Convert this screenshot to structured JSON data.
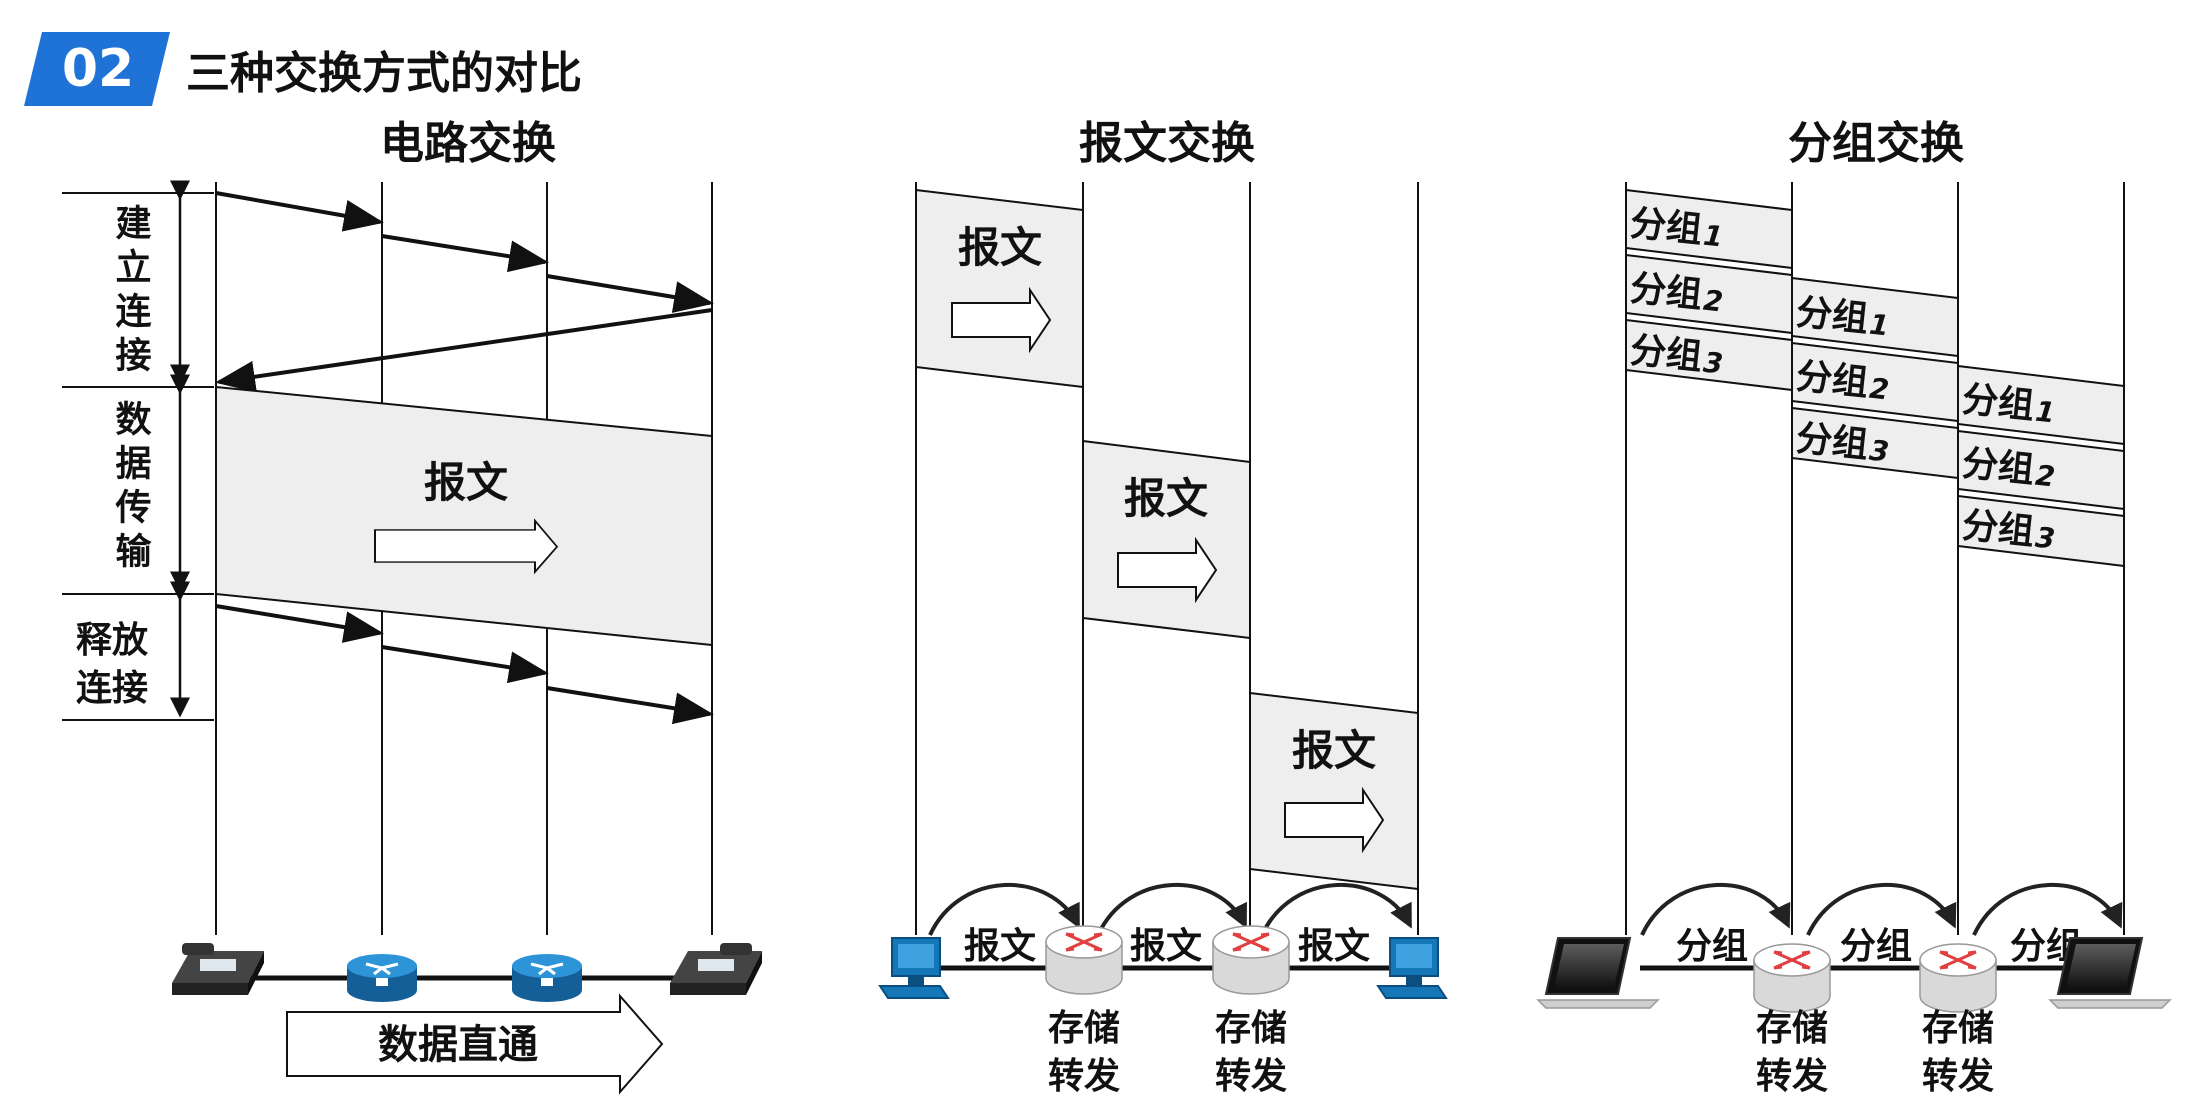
{
  "header": {
    "badge": "02",
    "title": "三种交换方式的对比",
    "badge_color": "#1f73d6"
  },
  "panels": {
    "circuit": {
      "title": "电路交换",
      "phases": {
        "establish": "建立连接",
        "transfer": "数据传输",
        "release_line1": "释放",
        "release_line2": "连接"
      },
      "message": "报文",
      "through_label": "数据直通"
    },
    "message": {
      "title": "报文交换",
      "block_label": "报文",
      "hop_label": "报文",
      "store_forward_line1": "存储",
      "store_forward_line2": "转发"
    },
    "packet": {
      "title": "分组交换",
      "packet_label": "分组",
      "packet_numbers": [
        "1",
        "2",
        "3"
      ],
      "hop_label": "分组",
      "store_forward_line1": "存储",
      "store_forward_line2": "转发"
    }
  },
  "colors": {
    "block_fill": "#eeeeee",
    "router_blue": "#1f7fc0",
    "router_red": "#e04040",
    "computer_blue": "#1677b8"
  },
  "icons": [
    "phone-icon",
    "router-icon",
    "computer-icon",
    "laptop-icon",
    "store-forward-router-icon"
  ]
}
